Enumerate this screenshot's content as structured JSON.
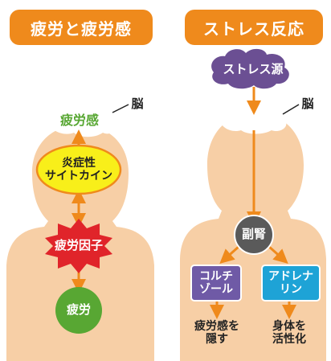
{
  "left": {
    "title": "疲労と疲労感",
    "brain_label": "脳",
    "fatigue_sense": "疲労感",
    "cytokine_line1": "炎症性",
    "cytokine_line2": "サイトカイン",
    "fatigue_factor": "疲労因子",
    "fatigue": "疲労"
  },
  "right": {
    "title": "ストレス反応",
    "brain_label": "脳",
    "stress_source": "ストレス源",
    "adrenal": "副腎",
    "cortisol_line1": "コルチ",
    "cortisol_line2": "ゾール",
    "adrenaline_line1": "アドレナ",
    "adrenaline_line2": "リン",
    "effect_left_line1": "疲労感を",
    "effect_left_line2": "隠す",
    "effect_right_line1": "身体を",
    "effect_right_line2": "活性化"
  },
  "colors": {
    "orange": "#ef8a1c",
    "body": "#f7cfa6",
    "green": "#58a733",
    "yellow": "#f8ef1a",
    "red": "#e0242a",
    "purple": "#6b4f93",
    "teal": "#1ea3d6",
    "cortisol_purple": "#6f5aa6"
  }
}
